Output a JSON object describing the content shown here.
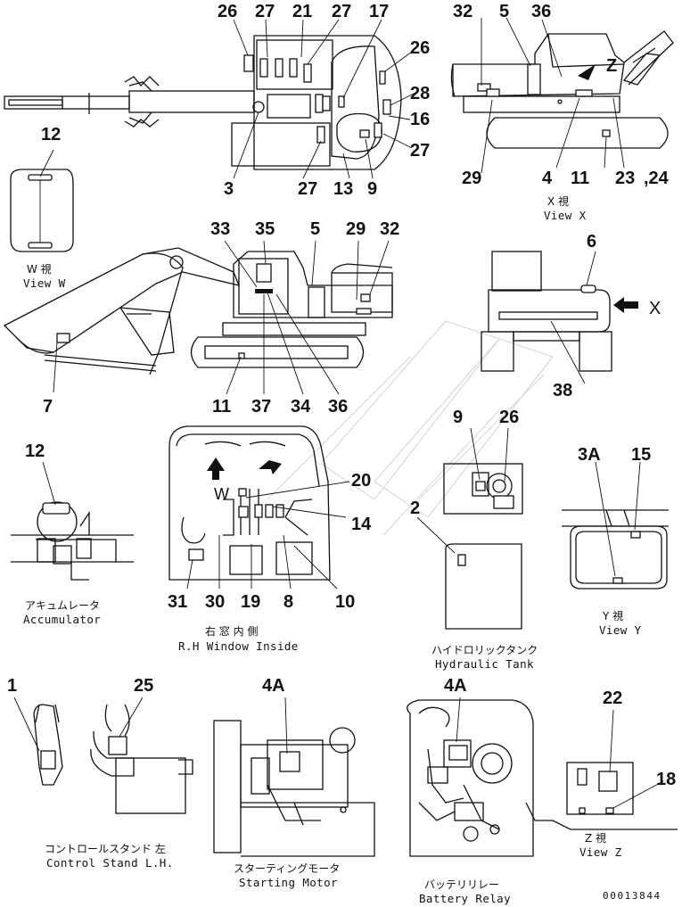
{
  "callouts": {
    "c26a": "26",
    "c27a": "27",
    "c21": "21",
    "c27b": "27",
    "c17": "17",
    "c26b": "26",
    "c28": "28",
    "c16": "16",
    "c27c": "27",
    "c3": "3",
    "c27d": "27",
    "c13": "13",
    "c9a": "9",
    "c32a": "32",
    "c5a": "5",
    "c36a": "36",
    "c29a": "29",
    "c4": "4",
    "c11a": "11",
    "c23": "23",
    "c24": ",24",
    "c12a": "12",
    "c33": "33",
    "c35": "35",
    "c5b": "5",
    "c29b": "29",
    "c32b": "32",
    "c6": "6",
    "c7": "7",
    "c11b": "11",
    "c37": "37",
    "c34": "34",
    "c36b": "36",
    "c38": "38",
    "c12b": "12",
    "c9b": "9",
    "c26c": "26",
    "c2": "2",
    "c20": "20",
    "c14": "14",
    "c31": "31",
    "c30": "30",
    "c19": "19",
    "c8": "8",
    "c10": "10",
    "c3A": "3A",
    "c15": "15",
    "c1": "1",
    "c25": "25",
    "c4Aa": "4A",
    "c4Ab": "4A",
    "c22": "22",
    "c18": "18",
    "letterX": "X",
    "letterZ": "Z"
  },
  "captions": {
    "viewX_jp": "X 視",
    "viewX_en": "View X",
    "viewW_jp": "W 視",
    "viewW_en": "View W",
    "accumulator_jp": "アキュムレータ",
    "accumulator_en": "Accumulator",
    "rhwindow_jp": "右 窓 内 側",
    "rhwindow_en": "R.H Window Inside",
    "hydtank_jp": "ハイドロリックタンク",
    "hydtank_en": "Hydraulic Tank",
    "viewY_jp": "Y 視",
    "viewY_en": "View Y",
    "ctrlstand_jp": "コントロールスタンド 左",
    "ctrlstand_en": "Control Stand L.H.",
    "startmotor_jp": "スターティングモータ",
    "startmotor_en": "Starting Motor",
    "battrelay_jp": "バッテリリレー",
    "battrelay_en": "Battery Relay",
    "viewZ_jp": "Z 視",
    "viewZ_en": "View Z",
    "w_label": "W"
  },
  "footer": {
    "doc_id": "00013844"
  }
}
